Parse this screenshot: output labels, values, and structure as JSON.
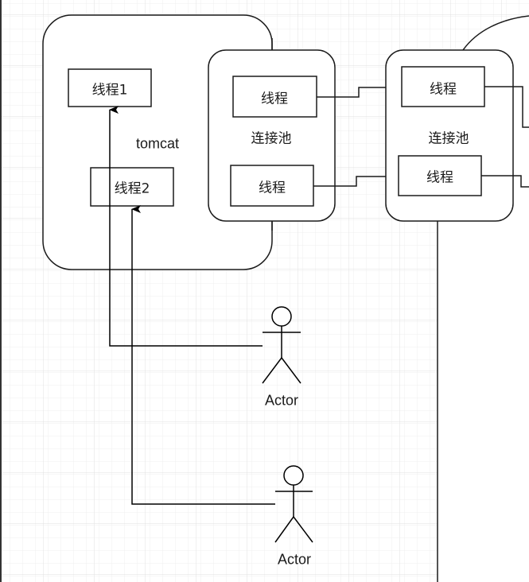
{
  "diagram": {
    "tomcat": {
      "label": "tomcat",
      "threads": [
        "线程1",
        "线程2"
      ]
    },
    "pools": [
      {
        "label": "连接池",
        "threads": [
          "线程",
          "线程"
        ]
      },
      {
        "label": "连接池",
        "threads": [
          "线程",
          "线程"
        ]
      }
    ],
    "actors": [
      {
        "label": "Actor",
        "target": "线程1"
      },
      {
        "label": "Actor",
        "target": "线程2"
      }
    ],
    "colors": {
      "stroke": "#1a1a1a",
      "grid_minor": "#f0f0f0",
      "grid_major": "#e2e2e2",
      "fill": "#ffffff"
    }
  }
}
